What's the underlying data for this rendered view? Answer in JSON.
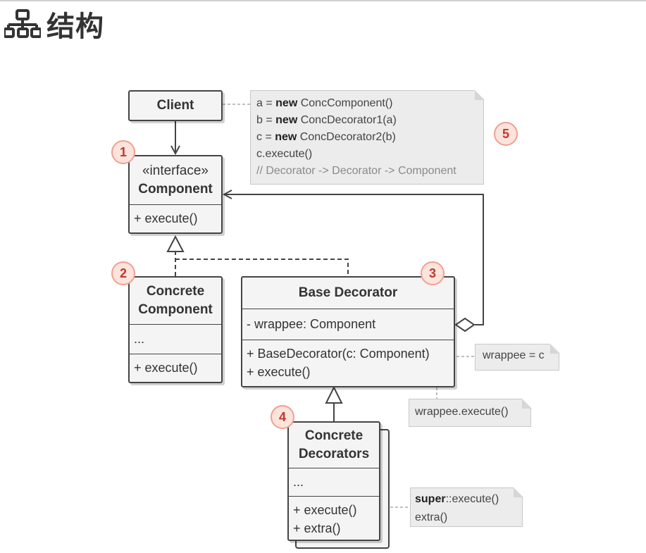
{
  "header": {
    "icon": "structure-icon",
    "title": "结构"
  },
  "client": {
    "name": "Client"
  },
  "component": {
    "stereotype": "«interface»",
    "name": "Component",
    "method": "+ execute()"
  },
  "concrete_component": {
    "name_line1": "Concrete",
    "name_line2": "Component",
    "fields": "...",
    "method": "+ execute()"
  },
  "base_decorator": {
    "name": "Base Decorator",
    "field": "- wrappee: Component",
    "method1": "+ BaseDecorator(c: Component)",
    "method2": "+ execute()"
  },
  "concrete_decorators": {
    "name_line1": "Concrete",
    "name_line2": "Decorators",
    "fields": "...",
    "method1": "+ execute()",
    "method2": "+ extra()"
  },
  "client_note": {
    "lines": [
      {
        "pre": "a = ",
        "kw": "new",
        "post": " ConcComponent()"
      },
      {
        "pre": "b = ",
        "kw": "new",
        "post": " ConcDecorator1(a)"
      },
      {
        "pre": "c = ",
        "kw": "new",
        "post": " ConcDecorator2(b)"
      },
      {
        "pre": "c.execute()",
        "kw": "",
        "post": ""
      }
    ],
    "comment": "// Decorator -> Decorator -> Component"
  },
  "wrappee_note": "wrappee = c",
  "execute_note": "wrappee.execute()",
  "super_note": {
    "kw": "super",
    "rest": "::execute()",
    "line2": "extra()"
  },
  "badges": [
    "1",
    "2",
    "3",
    "4",
    "5"
  ],
  "colors": {
    "badge_fill": "#fce3dc",
    "badge_border": "#f0a090",
    "badge_text": "#c0392b",
    "box_fill": "#f4f4f4",
    "note_fill": "#ececec"
  }
}
